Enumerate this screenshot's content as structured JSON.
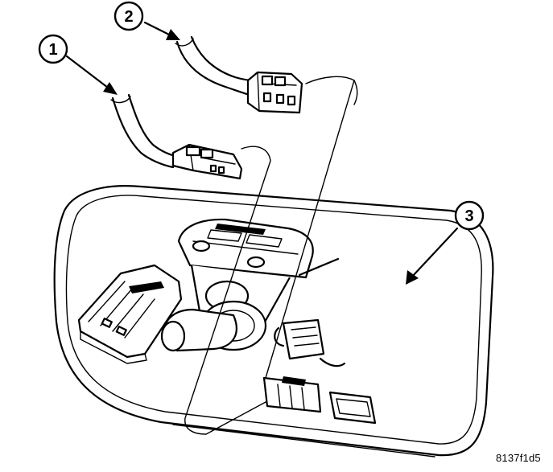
{
  "callouts": [
    {
      "id": "1",
      "label": "1"
    },
    {
      "id": "2",
      "label": "2"
    },
    {
      "id": "3",
      "label": "3"
    }
  ],
  "figure_id": "8137f1d5",
  "colors": {
    "line": "#000000",
    "background": "#ffffff"
  }
}
